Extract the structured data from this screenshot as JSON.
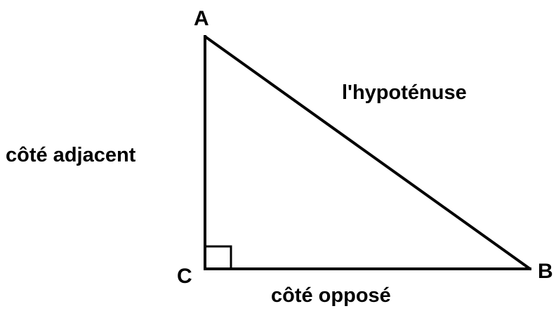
{
  "diagram": {
    "vertices": {
      "a": "A",
      "b": "B",
      "c": "C"
    },
    "sides": {
      "hypotenuse": "l'hypoténuse",
      "adjacent": "côté adjacent",
      "opposite": "côté opposé"
    },
    "stroke_color": "#000000",
    "background_color": "#ffffff"
  }
}
